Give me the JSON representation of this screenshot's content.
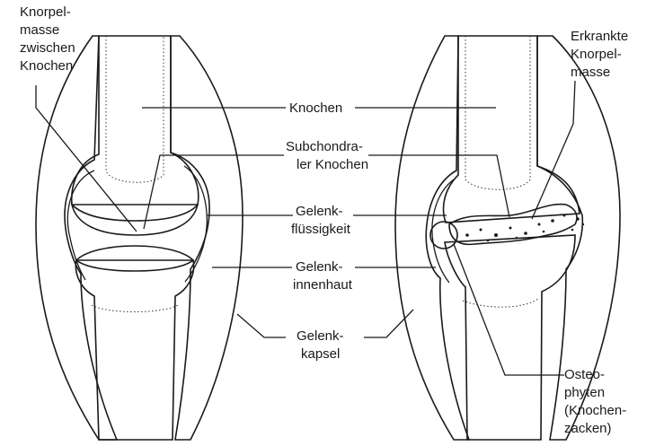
{
  "labels": {
    "knorpelmasse": [
      "Knorpel-",
      "masse",
      "zwischen",
      "Knochen"
    ],
    "knochen": [
      "Knochen"
    ],
    "subchondral": [
      "Subchondra-",
      "ler Knochen"
    ],
    "fluessigkeit": [
      "Gelenk-",
      "flüssigkeit"
    ],
    "innenhaut": [
      "Gelenk-",
      "innenhaut"
    ],
    "kapsel": [
      "Gelenk-",
      "kapsel"
    ],
    "erkrankt": [
      "Erkrankte",
      "Knorpel-",
      "masse"
    ],
    "osteophyten": [
      "Osteo-",
      "phyten",
      "(Knochen-",
      "zacken)"
    ]
  }
}
